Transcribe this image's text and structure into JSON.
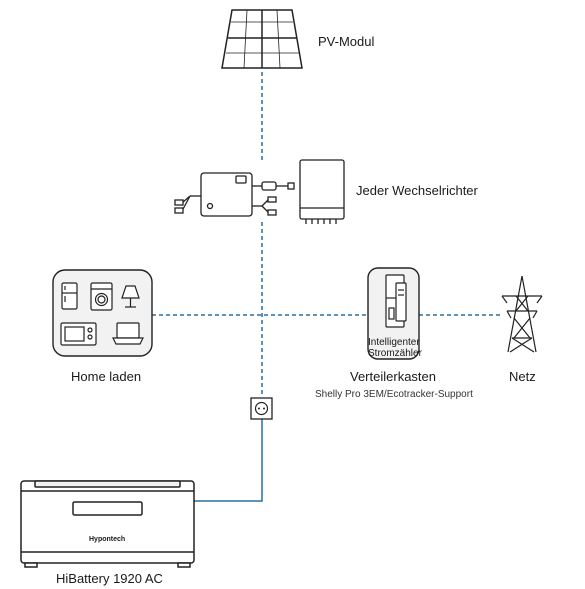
{
  "labels": {
    "pv_module": "PV-Modul",
    "inverter": "Jeder Wechselrichter",
    "home": "Home laden",
    "distribution": "Verteilerkasten",
    "grid": "Netz",
    "shelly": "Shelly Pro 3EM/Ecotracker-Support",
    "meter_line1": "Intelligenter",
    "meter_line2": "Stromzähler",
    "battery": "HiBattery 1920 AC",
    "brand": "Hypontech"
  },
  "colors": {
    "connection_line": "#2a6f9e",
    "stroke": "#222222",
    "frame_fill": "#f2f2f2"
  }
}
